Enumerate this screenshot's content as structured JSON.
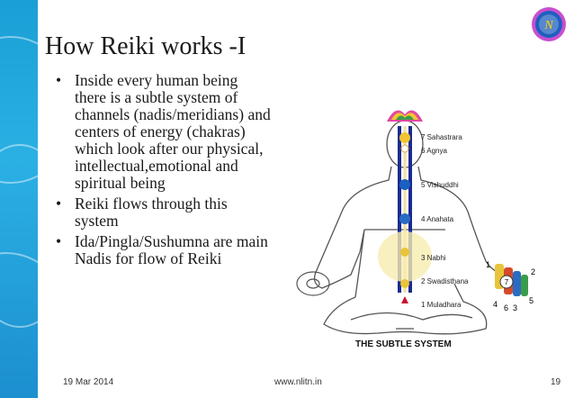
{
  "slide": {
    "title": "How Reiki works -I",
    "bullets": [
      "Inside every human being there is a subtle system of channels (nadis/meridians) and centers of energy (chakras) which look after our physical, intellectual,emotional and spiritual being",
      "Reiki flows through  this system",
      "Ida/Pingla/Sushumna are main Nadis for flow of Reiki"
    ]
  },
  "figure": {
    "caption": "THE SUBTLE SYSTEM",
    "chakras": [
      "7 Sahastrara",
      "6 Agnya",
      "5 Vishuddhi",
      "4 Anahata",
      "3 Nabhi",
      "2 Swadisthana",
      "1 Muladhara"
    ],
    "hand_numbers": [
      "1",
      "2",
      "3",
      "4",
      "5",
      "6",
      "7"
    ],
    "colors": {
      "ida": "#1b2a8f",
      "pingala": "#d8a63a",
      "sushumna": "#c8102e"
    }
  },
  "footer": {
    "date": "19 Mar 2014",
    "url": "www.nlitn.in",
    "page": "19"
  },
  "theme": {
    "left_bar": "#1a9fd6",
    "logo_ring": "#c84fd0"
  }
}
